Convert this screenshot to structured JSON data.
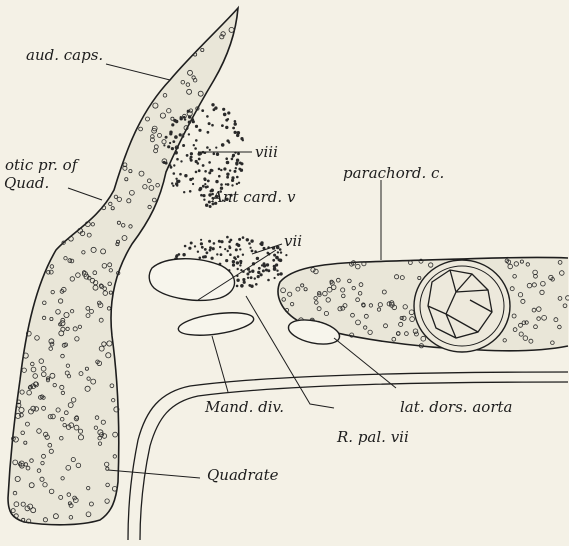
{
  "labels": {
    "aud_caps": "aud. caps.",
    "otic_pr": "otic pr. of",
    "quad_short": "Quad.",
    "viii": "viii",
    "parachord": "parachord. c.",
    "ant_card": "Ant card. v",
    "vii": "vii",
    "mand_div": "Mand. div.",
    "lat_dors_aorta": "lat. dors. aorta",
    "r_pal": "R. pal. vii",
    "quadrate": "Quadrate"
  },
  "colors": {
    "background": "#f4f1e6",
    "ink": "#1e1e1e",
    "tissue_fill": "#e9e6d8"
  }
}
